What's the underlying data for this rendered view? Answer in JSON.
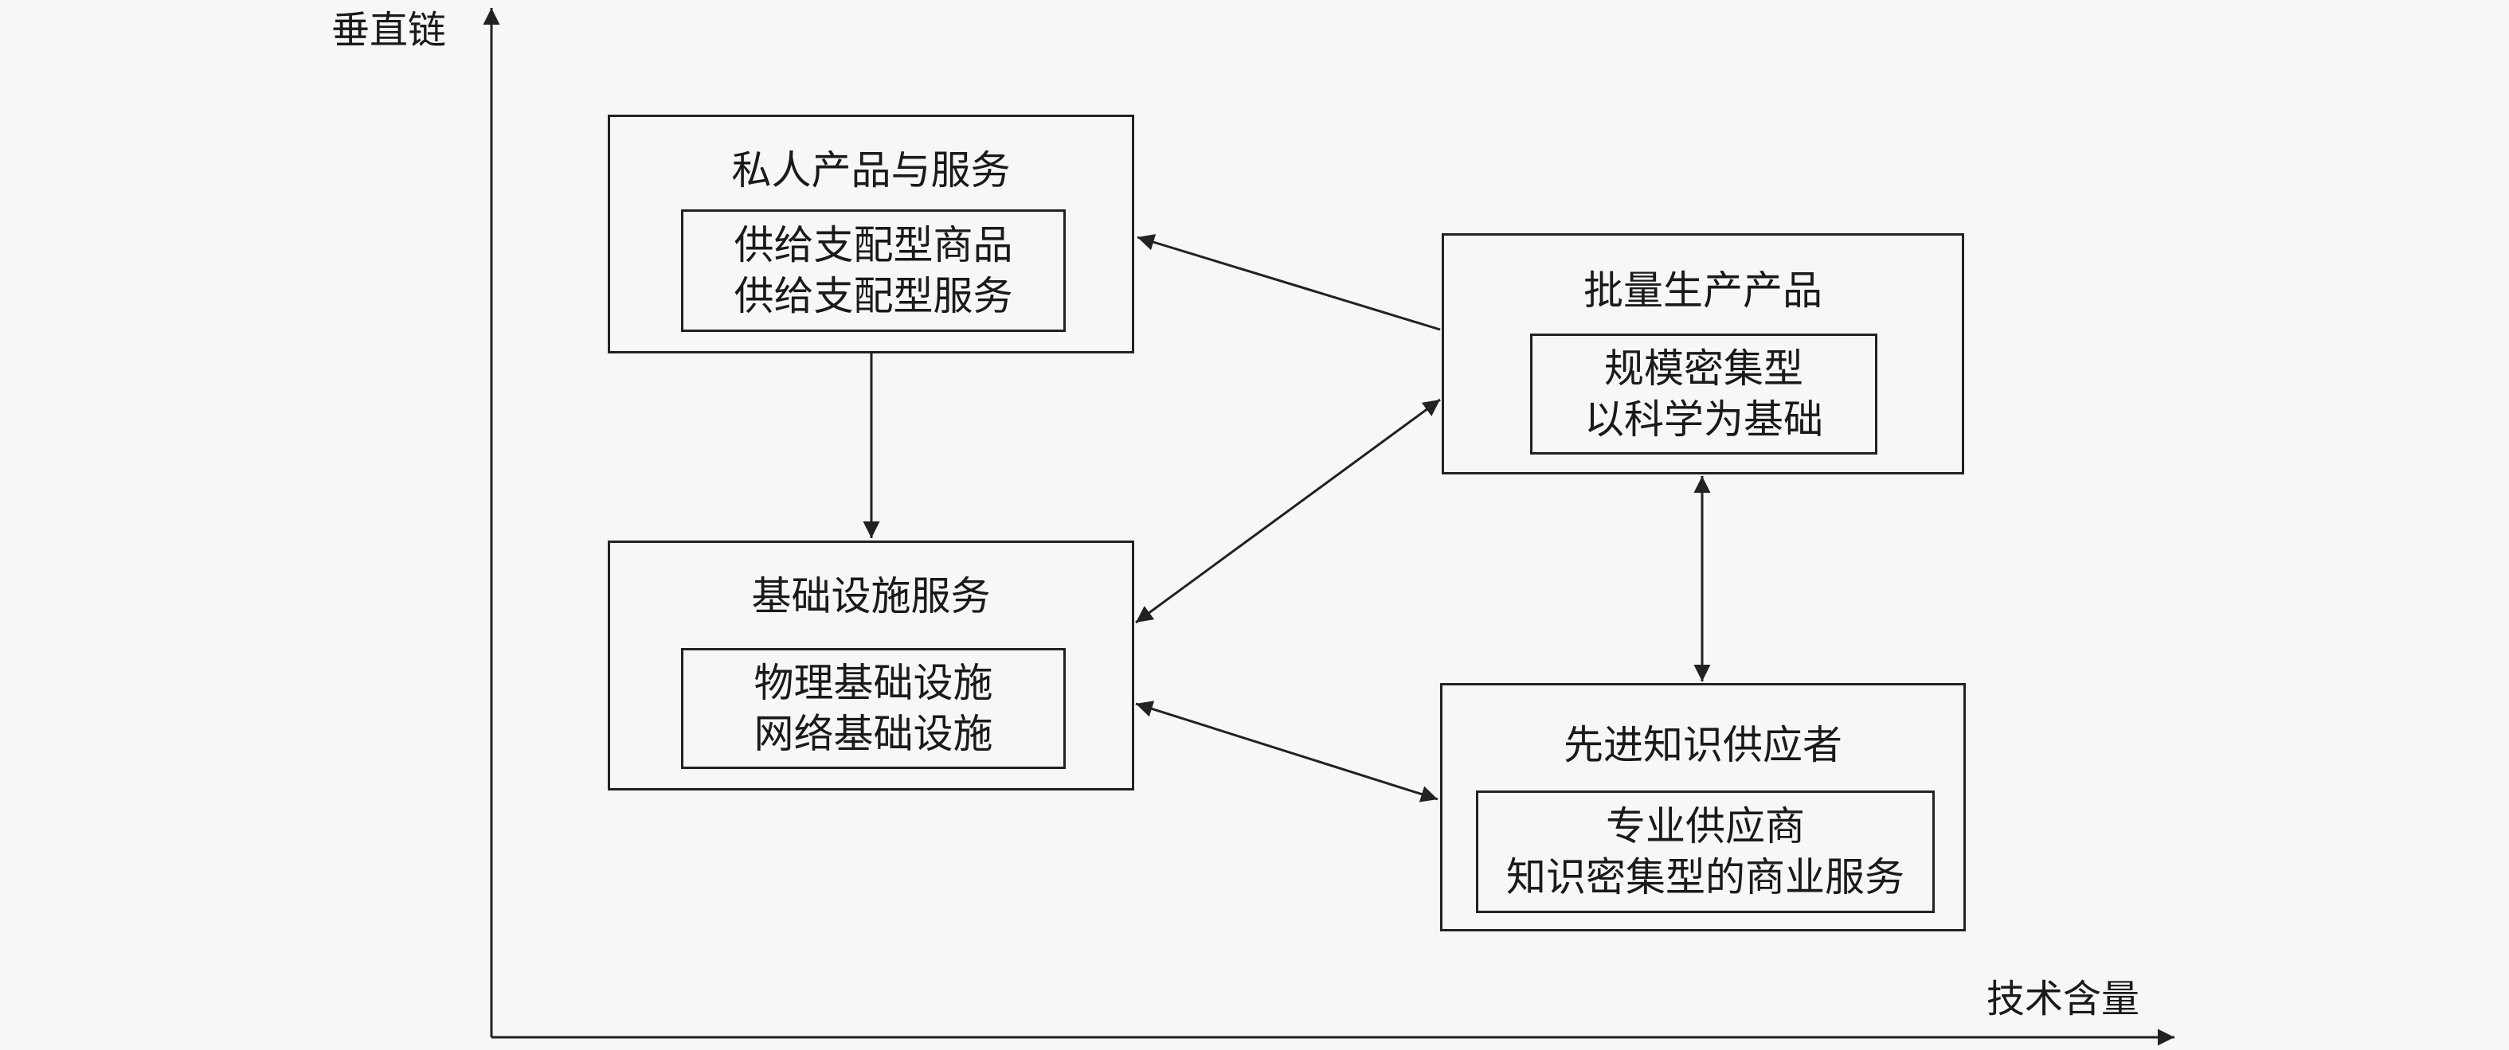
{
  "axes": {
    "y_label": "垂直链",
    "x_label": "技术含量"
  },
  "nodes": {
    "private": {
      "title": "私人产品与服务",
      "items": [
        "供给支配型商品",
        "供给支配型服务"
      ]
    },
    "mass": {
      "title": "批量生产产品",
      "items": [
        "规模密集型",
        "以科学为基础"
      ]
    },
    "infra": {
      "title": "基础设施服务",
      "items": [
        "物理基础设施",
        "网络基础设施"
      ]
    },
    "advanced": {
      "title": "先进知识供应者",
      "items": [
        "专业供应商",
        "知识密集型的商业服务"
      ]
    }
  },
  "edges": [
    {
      "from": "mass",
      "to": "private",
      "direction": "one-way"
    },
    {
      "from": "private",
      "to": "infra",
      "direction": "one-way"
    },
    {
      "from": "infra",
      "to": "mass",
      "direction": "two-way"
    },
    {
      "from": "infra",
      "to": "advanced",
      "direction": "two-way"
    },
    {
      "from": "mass",
      "to": "advanced",
      "direction": "two-way"
    }
  ]
}
